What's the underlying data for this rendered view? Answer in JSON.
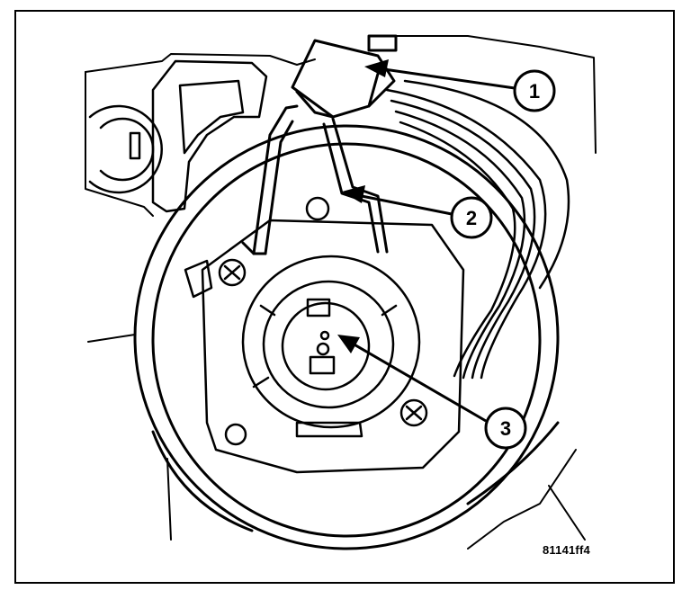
{
  "callouts": [
    {
      "id": 1,
      "label": "1"
    },
    {
      "id": 2,
      "label": "2"
    },
    {
      "id": 3,
      "label": "3"
    }
  ],
  "figure_code": "81141ff4",
  "colors": {
    "ink": "#000000",
    "paper": "#ffffff"
  }
}
